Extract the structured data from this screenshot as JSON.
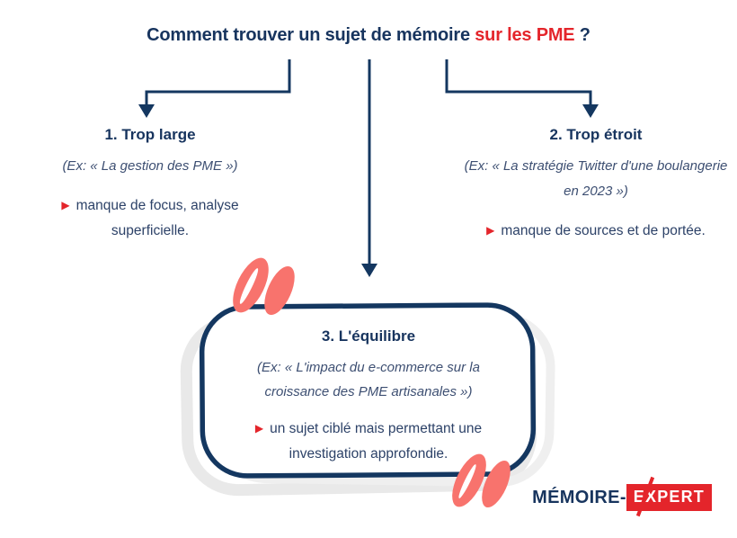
{
  "title": {
    "main": "Comment trouver un sujet de mémoire",
    "highlight": " sur les PME",
    "suffix": " ?"
  },
  "bullet_glyph": "▶",
  "branches": [
    {
      "id": "too-broad",
      "heading": "1. Trop large",
      "example": "(Ex: « La gestion des PME »)",
      "bullet": "manque de focus, analyse superficielle."
    },
    {
      "id": "too-narrow",
      "heading": "2. Trop étroit",
      "example": "(Ex: « La stratégie Twitter d'une boulangerie en 2023 »)",
      "bullet": "manque de sources et de portée."
    },
    {
      "id": "balance",
      "heading": "3. L'équilibre",
      "example": "(Ex: « L'impact du e-commerce sur la croissance des PME artisanales »)",
      "bullet": "un sujet ciblé mais permettant une investigation approfondie."
    }
  ],
  "logo": {
    "prefix": "MÉMOIRE-",
    "suffix": "EXPERT"
  },
  "colors": {
    "navy": "#17345e",
    "line_navy": "#143760",
    "body_text": "#2d4268",
    "red": "#e4252b",
    "coral": "#f8736d",
    "sketch_shadow": "#e9e9e9"
  }
}
